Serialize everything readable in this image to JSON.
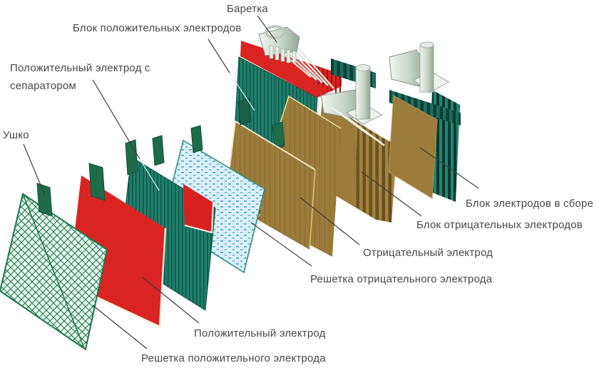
{
  "labels": {
    "baretka": "Баретка",
    "pos_block": "Блок положительных электродов",
    "pos_sep_line1": "Положительный электрод с",
    "pos_sep_line2": "сепаратором",
    "ushko": "Ушко",
    "assembled_block": "Блок электродов в сборе",
    "neg_block": "Блок отрицательных электродов",
    "neg_electrode": "Отрицательный электрод",
    "neg_grid": "Решетка отрицательного электрода",
    "pos_electrode": "Положительный электрод",
    "pos_grid": "Решетка положительного электрода"
  },
  "colors": {
    "background": "#ffffff",
    "label_text": "#484848",
    "leader_line": "#3f3f3f",
    "positive_red": "#da2422",
    "separator_teal": "#1f7e6a",
    "grid_green": "#1b7a4c",
    "separator_blue_mesh": "#d9eef7",
    "negative_brown": "#9b7c3b",
    "grid_olive": "#5a4a1e",
    "metal_gray": "#ccd8cb"
  }
}
